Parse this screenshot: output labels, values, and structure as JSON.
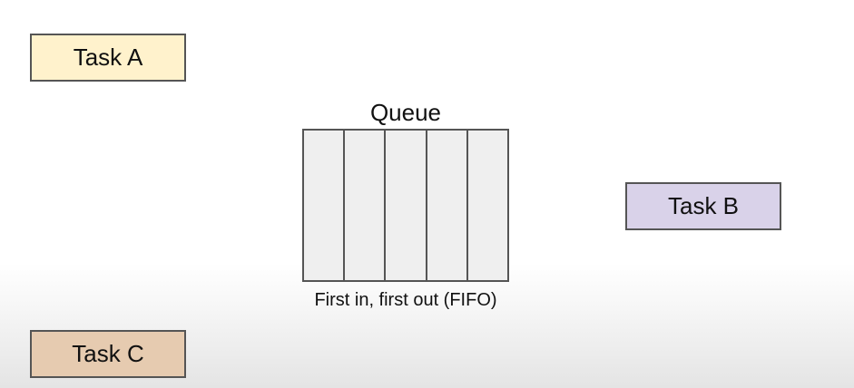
{
  "tasks": [
    {
      "label": "Task A",
      "fill": "#fff2cc"
    },
    {
      "label": "Task B",
      "fill": "#d9d2e9"
    },
    {
      "label": "Task C",
      "fill": "#e6cbb0"
    }
  ],
  "queue": {
    "title": "Queue",
    "slot_count": 5,
    "slot_fill": "#efefef",
    "caption": "First in, first out (FIFO)"
  },
  "colors": {
    "border": "#555555"
  }
}
